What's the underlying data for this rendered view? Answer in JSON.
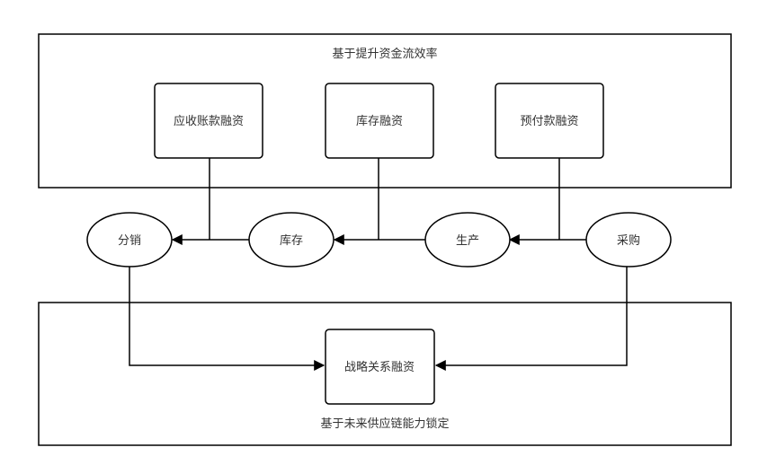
{
  "top_group": {
    "title": "基于提升资金流效率"
  },
  "bottom_group": {
    "title": "基于未来供应链能力锁定"
  },
  "boxes": {
    "receivables": "应收账款融资",
    "inventory_finance": "库存融资",
    "prepayment": "预付款融资",
    "strategic": "战略关系融资"
  },
  "nodes": {
    "distribution": "分销",
    "inventory": "库存",
    "production": "生产",
    "procurement": "采购"
  }
}
